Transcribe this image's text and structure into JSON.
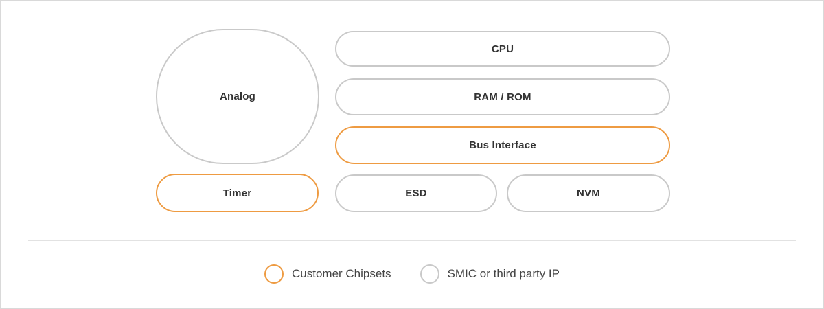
{
  "diagram": {
    "nodes": [
      {
        "id": "analog",
        "label": "Analog",
        "category": "smic",
        "shape": "squircle"
      },
      {
        "id": "cpu",
        "label": "CPU",
        "category": "smic",
        "shape": "pill"
      },
      {
        "id": "ram-rom",
        "label": "RAM / ROM",
        "category": "smic",
        "shape": "pill"
      },
      {
        "id": "bus-interface",
        "label": "Bus Interface",
        "category": "customer",
        "shape": "pill"
      },
      {
        "id": "timer",
        "label": "Timer",
        "category": "customer",
        "shape": "pill"
      },
      {
        "id": "esd",
        "label": "ESD",
        "category": "smic",
        "shape": "pill"
      },
      {
        "id": "nvm",
        "label": "NVM",
        "category": "smic",
        "shape": "pill"
      }
    ]
  },
  "legend": {
    "items": [
      {
        "label": "Customer Chipsets",
        "category": "customer"
      },
      {
        "label": "SMIC or third party IP",
        "category": "smic"
      }
    ]
  },
  "colors": {
    "customer": "#EE9B42",
    "smic": "#C9C9C9",
    "text": "#333333",
    "divider": "#E2E2E2",
    "frame_border": "#D9D9D9",
    "background": "#FFFFFF"
  }
}
